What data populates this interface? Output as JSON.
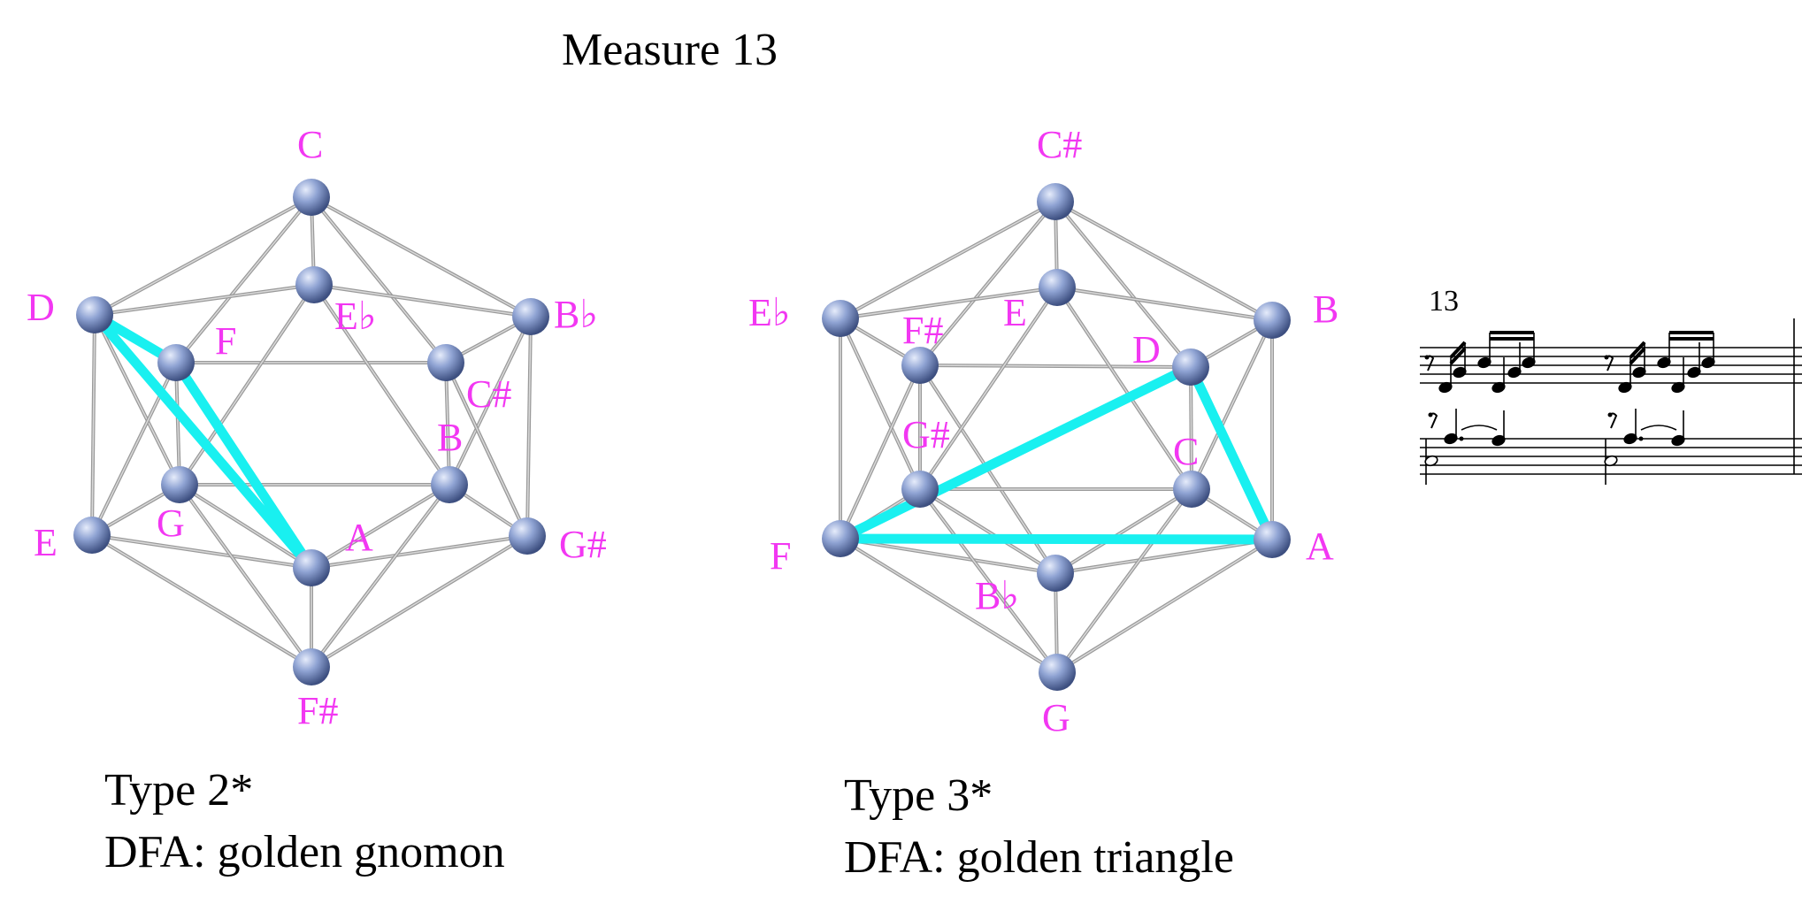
{
  "title": "Measure 13",
  "colors": {
    "label": "#f237f2",
    "highlight": "#19f0f0",
    "edge": "#9a9a9a",
    "node": "#7f94c8"
  },
  "diagrams": [
    {
      "id": "type2",
      "caption_line1": "Type 2*",
      "caption_line2": "DFA: golden gnomon",
      "nodes": {
        "C": "C",
        "Eb": "E♭",
        "D": "D",
        "F": "F",
        "Bb": "B♭",
        "Cs": "C#",
        "G": "G",
        "B": "B",
        "E": "E",
        "Gs": "G#",
        "A": "A",
        "Fs": "F#"
      },
      "highlight": [
        "D",
        "F",
        "A"
      ]
    },
    {
      "id": "type3",
      "caption_line1": "Type 3*",
      "caption_line2": "DFA: golden triangle",
      "nodes": {
        "Cs": "C#",
        "E": "E",
        "Eb": "E♭",
        "Fs": "F#",
        "B": "B",
        "D": "D",
        "Gs": "G#",
        "C": "C",
        "F": "F",
        "A": "A",
        "Bb": "B♭",
        "G": "G"
      },
      "highlight": [
        "F",
        "D",
        "A"
      ]
    }
  ],
  "score": {
    "measure_number": "13"
  }
}
